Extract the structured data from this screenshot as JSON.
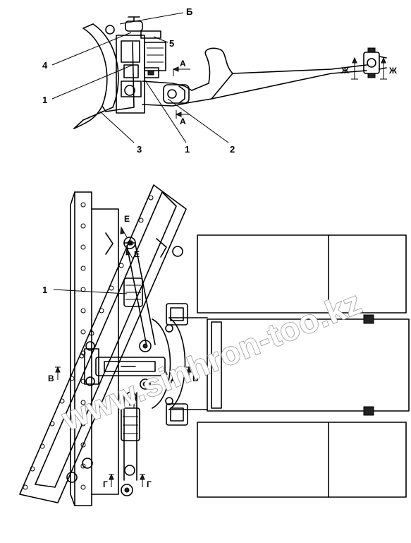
{
  "top_view": {
    "callouts": {
      "b": "Б",
      "five": "5",
      "four": "4",
      "one_left": "1",
      "one_bottom": "1",
      "two": "2",
      "three": "3"
    },
    "section_marks": {
      "a_top": "А",
      "a_bottom": "А",
      "zh_left": "Ж",
      "zh_right": "Ж"
    }
  },
  "bottom_view": {
    "callouts": {
      "one": "1"
    },
    "section_marks": {
      "e_top": "Е",
      "e_bottom": "Е",
      "v_left": "В",
      "v_right": "В",
      "d_right": "Д",
      "d_bottom": "Д",
      "g_left": "Г",
      "g_right": "Г"
    }
  },
  "watermark": "www.sinhron-too.kz"
}
